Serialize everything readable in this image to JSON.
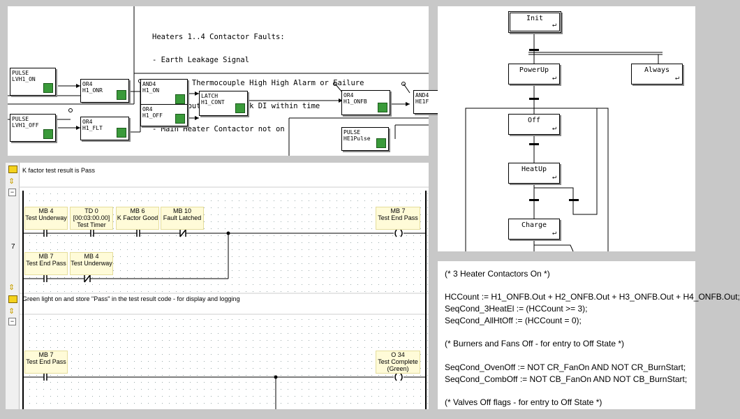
{
  "fbd": {
    "comment_lines": [
      "Heaters 1..4 Contactor Faults:",
      "- Earth Leakage Signal",
      "- Safety Thermocouple High High Alarm or Failure",
      "- DO on but no feedback DI within time",
      "- Main Heater Contactor not on"
    ],
    "blocks": [
      {
        "type": "PULSE",
        "name": "LVH1_ON"
      },
      {
        "type": "PULSE",
        "name": "LVH1_OFF"
      },
      {
        "type": "OR4",
        "name": "H1_ONR"
      },
      {
        "type": "OR4",
        "name": "H1_FLT"
      },
      {
        "type": "AND4",
        "name": "H1_ON"
      },
      {
        "type": "OR4",
        "name": "H1_OFF"
      },
      {
        "type": "LATCH",
        "name": "H1_CONT"
      },
      {
        "type": "OR4",
        "name": "H1_ONFB"
      },
      {
        "type": "PULSE",
        "name": "HE1Pulse"
      },
      {
        "type": "AND4",
        "name": "HE1F"
      }
    ]
  },
  "sfc": {
    "steps": [
      "Init",
      "PowerUp",
      "Always",
      "Off",
      "HeatUp",
      "Charge"
    ]
  },
  "ladder": {
    "rung1_comment": "K factor test result is Pass",
    "rung_number": "7",
    "rung2_comment": "Green light on and store \"Pass\" in the test result code - for display and logging",
    "contacts_row1": [
      {
        "addr": "MB 4",
        "desc": "Test Underway"
      },
      {
        "addr": "TD 0",
        "desc": "[00:03:00.00]",
        "desc2": "Test Timer"
      },
      {
        "addr": "MB 6",
        "desc": "K Factor Good"
      },
      {
        "addr": "MB 10",
        "desc": "Fault Latched"
      }
    ],
    "coil1": {
      "addr": "MB 7",
      "desc": "Test End Pass"
    },
    "contacts_row2": [
      {
        "addr": "MB 7",
        "desc": "Test End Pass"
      },
      {
        "addr": "MB 4",
        "desc": "Test Underway"
      }
    ],
    "contact_rung2": {
      "addr": "MB 7",
      "desc": "Test End Pass"
    },
    "coil2": {
      "addr": "O 34",
      "desc": "Test Complete",
      "desc2": "(Green)"
    }
  },
  "st": {
    "lines": [
      "(* 3 Heater Contactors On *)",
      "",
      "HCCount := H1_ONFB.Out + H2_ONFB.Out + H3_ONFB.Out + H4_ONFB.Out;",
      "SeqCond_3HeatEl := (HCCount >= 3);",
      "SeqCond_AllHtOff := (HCCount = 0);",
      "",
      "(* Burners and Fans Off - for entry to Off State *)",
      "",
      "SeqCond_OvenOff := NOT CR_FanOn AND NOT CR_BurnStart;",
      "SeqCond_CombOff := NOT CB_FanOn AND NOT CB_BurnStart;",
      "",
      "(* Valves Off flags - for entry to Off State *)"
    ]
  }
}
